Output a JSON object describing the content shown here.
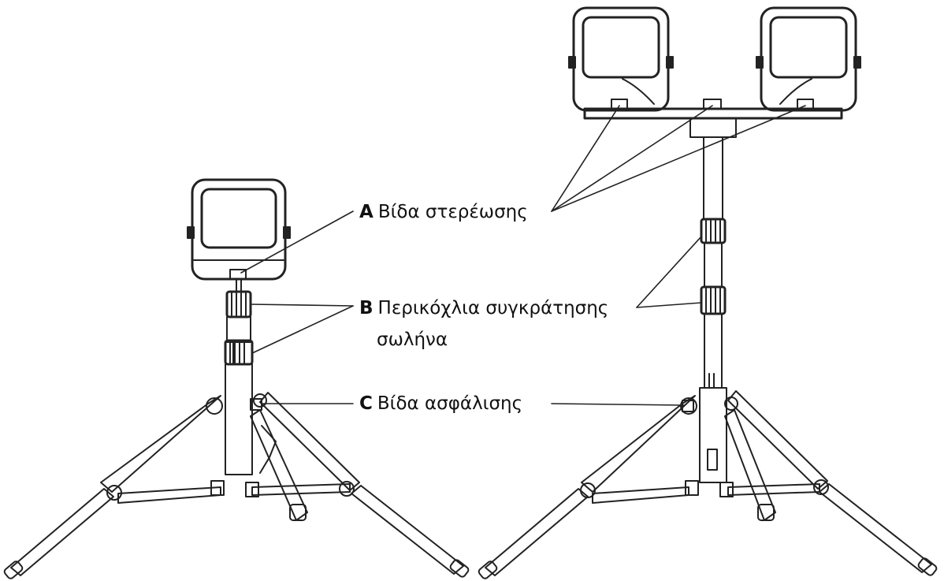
{
  "labels": {
    "a": {
      "letter": "A",
      "text": "Βίδα στερέωσης"
    },
    "b": {
      "letter": "B",
      "text": "Περικόχλια συγκράτησης",
      "text2": "σωλήνα"
    },
    "c": {
      "letter": "C",
      "text": "Βίδα ασφάλισης"
    }
  },
  "colors": {
    "stroke": "#222222",
    "background": "#ffffff"
  }
}
